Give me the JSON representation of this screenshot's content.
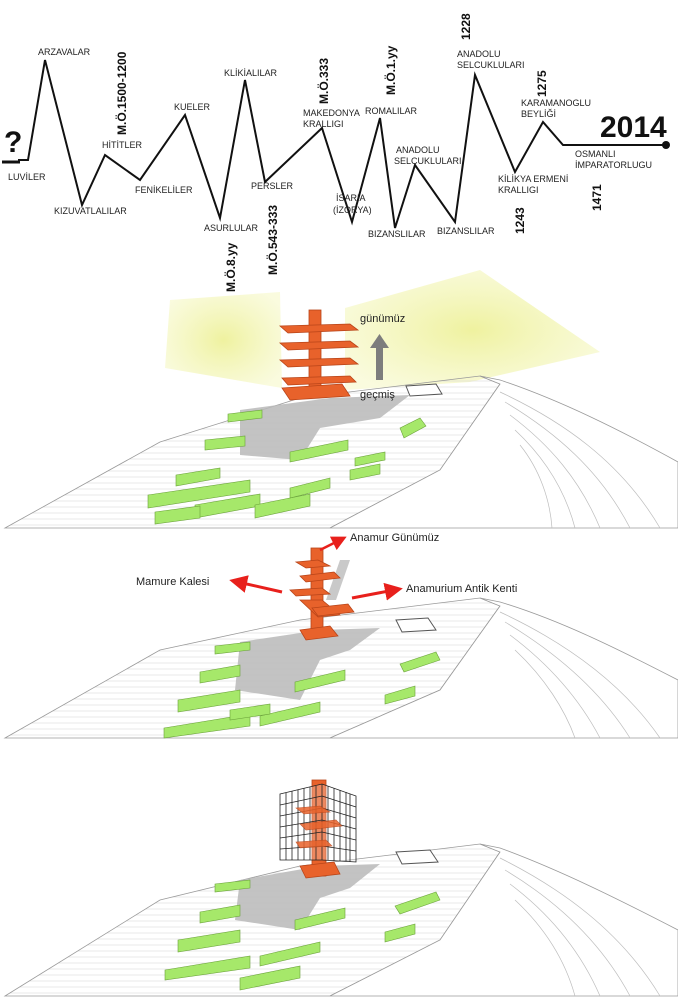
{
  "timeline": {
    "start_mark": "?",
    "end_year": "2014",
    "labels": {
      "luviler": "LUVİLER",
      "arzavalar": "ARZAVALAR",
      "kizuvatlalilar": "KIZUVATLALILAR",
      "hititler": "HİTİTLER",
      "fenikeliler": "FENİKELİLER",
      "kueler": "KUELER",
      "asurlular": "ASURLULAR",
      "klikialilar": "KLİKİALILAR",
      "persler": "PERSLER",
      "makedonya_1": "MAKEDONYA",
      "makedonya_2": "KRALLIGI",
      "isaria_1": "İSARIA",
      "isaria_2": "(İZORYA)",
      "romalilar": "ROMALILAR",
      "bizanslilar_1": "BIZANSLILAR",
      "anadolu_s1_1": "ANADOLU",
      "anadolu_s1_2": "SELCUKLULARI",
      "bizanslilar_2": "BIZANSLILAR",
      "anadolu_s2_1": "ANADOLU",
      "anadolu_s2_2": "SELCUKLULARI",
      "kilikya_1": "KİLİKYA ERMENİ",
      "kilikya_2": "KRALLIGI",
      "karamanoglu_1": "KARAMANOGLU",
      "karamanoglu_2": "BEYLİĞİ",
      "osmanli_1": "OSMANLI",
      "osmanli_2": "İMPARATORLUGU"
    },
    "dates": {
      "mo1500": "M.Ö.1500-1200",
      "mo8": "M.Ö.8.yy",
      "mo543": "M.Ö.543-333",
      "mo333": "M.Ö.333",
      "mo1": "M.Ö.1.yy",
      "y1228": "1228",
      "y1243": "1243",
      "y1275": "1275",
      "y1471": "1471"
    }
  },
  "panel1": {
    "label_top": "günümüz",
    "label_bottom": "geçmiş"
  },
  "panel2": {
    "label_up": "Anamur Günümüz",
    "label_left": "Mamure Kalesi",
    "label_right": "Anamurium Antik Kenti"
  },
  "colors": {
    "tower": "#e8622b",
    "tower_dark": "#b84418",
    "green": "#a6e86a",
    "glow": "#f1f3a6",
    "arrow_red": "#e8201c",
    "arrow_grey": "#7d7d7d"
  }
}
